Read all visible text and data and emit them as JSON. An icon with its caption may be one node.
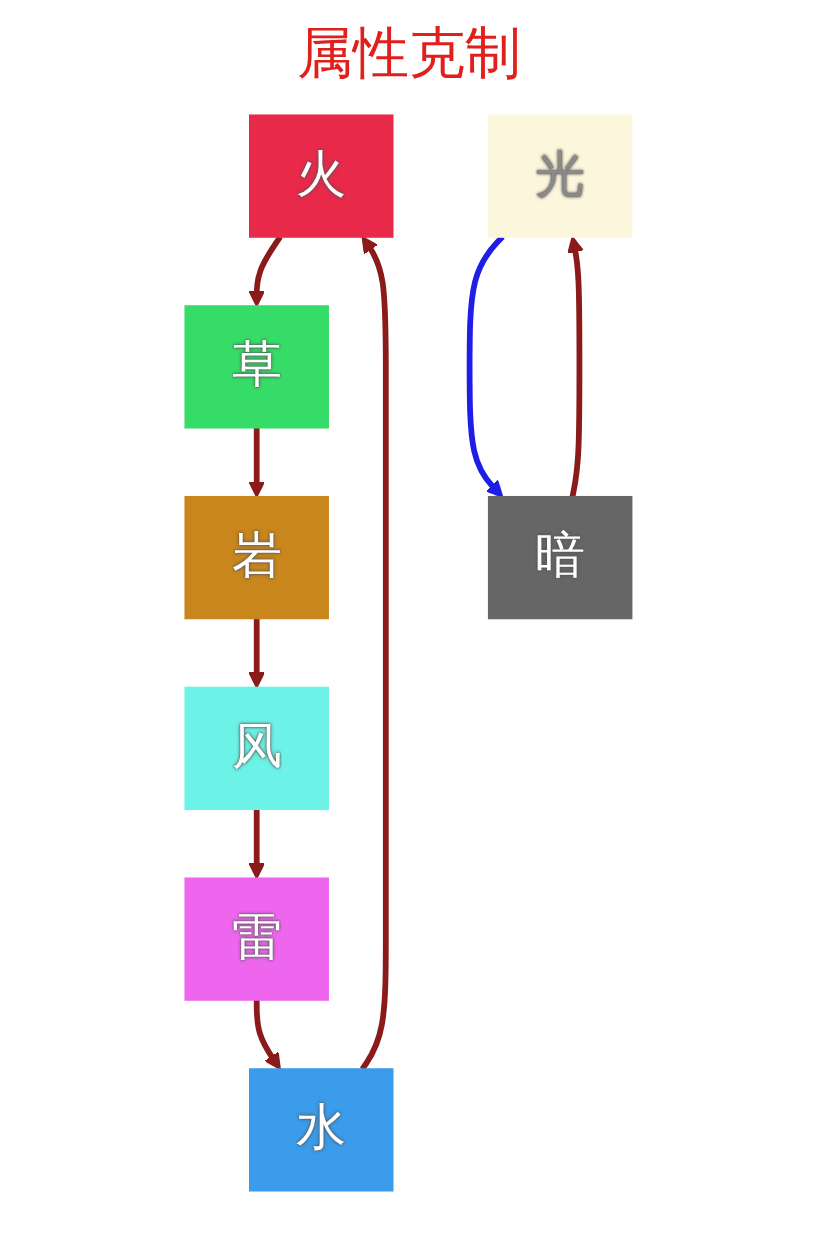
{
  "diagram": {
    "title": "属性克制",
    "nodes": [
      {
        "text": [
          "火"
        ]
      },
      {
        "text": [
          "水"
        ]
      },
      {
        "text": [
          "草"
        ]
      },
      {
        "text": [
          "雷"
        ]
      },
      {
        "text": [
          "岩"
        ]
      },
      {
        "text": [
          "风"
        ]
      },
      {
        "text": [
          "光"
        ]
      },
      {
        "text": [
          "暗"
        ]
      }
    ],
    "edges": [
      {
        "from": 0,
        "to": 2,
        "arrow": "to"
      },
      {
        "from": 2,
        "to": 4,
        "arrow": "to"
      },
      {
        "from": 4,
        "to": 5,
        "arrow": "to"
      },
      {
        "from": 5,
        "to": 3,
        "arrow": "to"
      },
      {
        "from": 3,
        "to": 1,
        "arrow": "to"
      },
      {
        "from": 1,
        "to": 0,
        "arrow": "to"
      },
      {
        "from": 6,
        "to": 7,
        "arrow": "to",
        "color": "#1e1ee6"
      },
      {
        "from": 7,
        "to": 6,
        "arrow": "to"
      }
    ]
  }
}
